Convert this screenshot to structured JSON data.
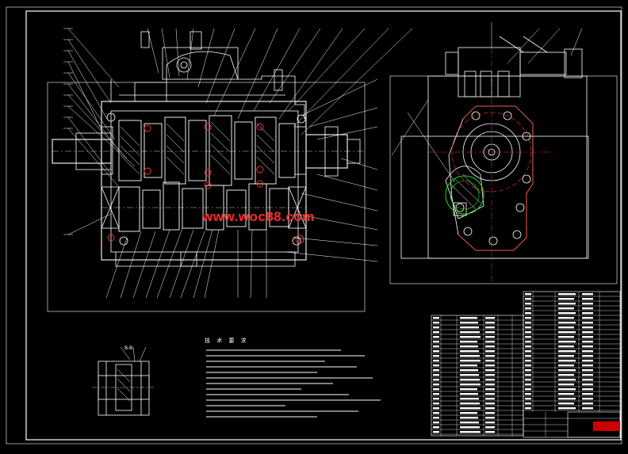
{
  "watermark": {
    "text": "www.woc88.com",
    "color": "#ff2a2a"
  },
  "technical_requirements": {
    "title": "技 术 要 求"
  },
  "section_view": {
    "label": "B-B"
  },
  "colors": {
    "background": "#000000",
    "line": "#ffffff",
    "accent_red": "#ff2a2a",
    "centerline_red": "#ff3333",
    "gear_green": "#22dd22",
    "stamp_red": "#cc0000"
  },
  "icons": [
    "gearbox-section-icon",
    "side-view-housing-icon",
    "section-bb-icon"
  ]
}
